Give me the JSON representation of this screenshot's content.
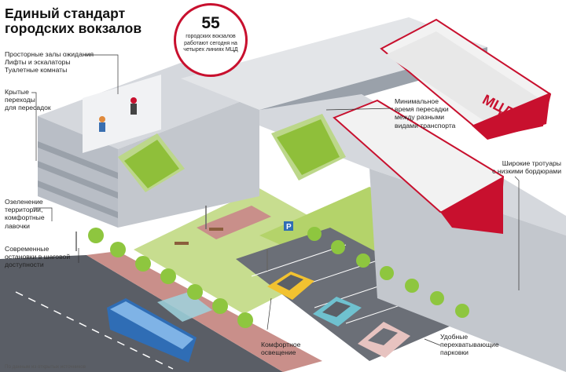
{
  "title": "Единый стандарт\nгородских вокзалов",
  "badge": {
    "number": "55",
    "text": "городских вокзалов работают сегодня на четырех линиях МЦД"
  },
  "labels": {
    "waiting_halls": "Просторные залы ожидания\nЛифты и эскалаторы\nТуалетные комнаты",
    "covered_passages": "Крытые\nпереходы\nдля пересадок",
    "greenery": "Озеленение\nтерритории,\nкомфортные\nлавочки",
    "bus_stops": "Современные\nостановки в шаговой\nдоступности",
    "min_transfer": "Минимальное\nвремя пересадки\nмежду разными\nвидами транспорта",
    "wide_sidewalks": "Широкие тротуары\nс низкими бордюрами",
    "lighting": "Комфортное\nосвещение",
    "parking": "Удобные\nперехватывающие\nпарковки"
  },
  "train_logo": "МЦД",
  "parking_sign": "P",
  "source": "По данным из открытых источников",
  "colors": {
    "accent_red": "#c8102e",
    "building": "#d5d8dd",
    "building_dark": "#9aa1aa",
    "road": "#5a5e66",
    "grass": "#9bc23c",
    "sidewalk_pink": "#c98f8a",
    "bus_blue": "#2f6db5",
    "car_yellow": "#f2c230",
    "car_teal": "#6fc1cf",
    "car_pink": "#e7c3c0"
  },
  "icons": [
    "parking-sign-icon",
    "street-lamp-icon",
    "tree-icon",
    "bench-icon",
    "escalator-icon",
    "bus-icon",
    "car-icon",
    "train-icon"
  ]
}
